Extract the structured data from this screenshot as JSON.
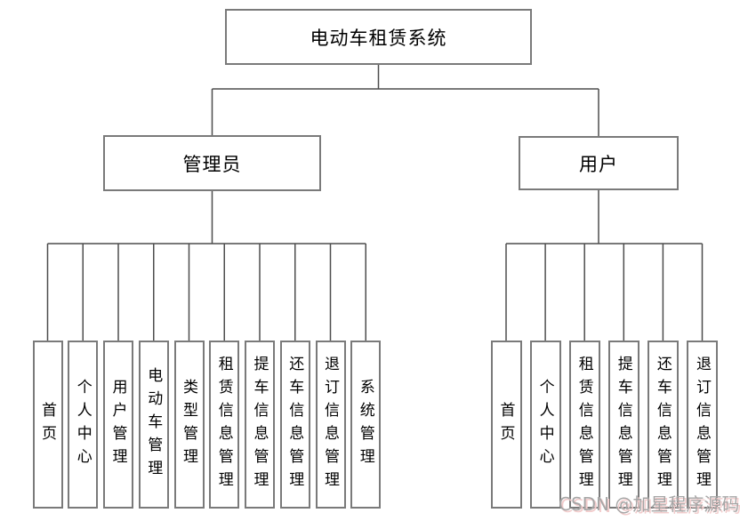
{
  "diagram": {
    "root": {
      "label": "电动车租赁系统"
    },
    "branches": [
      {
        "label": "管理员",
        "children": [
          "首页",
          "个人中心",
          "用户管理",
          "电动车管理",
          "类型管理",
          "租赁信息管理",
          "提车信息管理",
          "还车信息管理",
          "退订信息管理",
          "系统管理"
        ]
      },
      {
        "label": "用户",
        "children": [
          "首页",
          "个人中心",
          "租赁信息管理",
          "提车信息管理",
          "还车信息管理",
          "退订信息管理"
        ]
      }
    ]
  },
  "watermark": "CSDN @加星程序源码",
  "colors": {
    "background": "#ffffff",
    "box_border": "#7a7a7a",
    "line": "#4d4d4d",
    "text": "#000000",
    "watermark": "#a6a6a6",
    "watermark_shadow": "#f2cccc"
  }
}
